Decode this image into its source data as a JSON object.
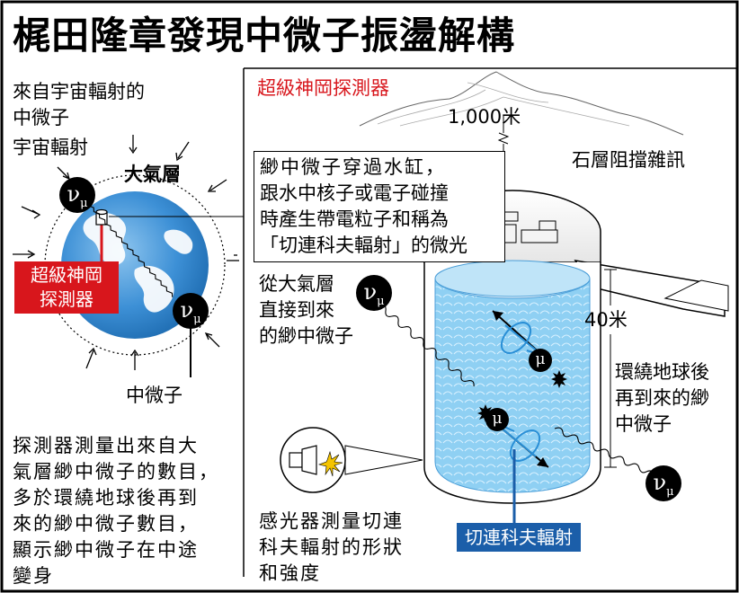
{
  "title": "梶田隆章發現中微子振盪解構",
  "left_panel": {
    "heading_lines": [
      "來自宇宙輻射的",
      "中微子"
    ],
    "cosmic_ray_label": "宇宙輻射",
    "atmosphere_label": "大氣層",
    "detector_label_lines": [
      "超級神岡",
      "探測器"
    ],
    "neutrino_label": "中微子",
    "neutrino_symbol": "ν",
    "neutrino_subscript": "μ",
    "conclusion_lines": [
      "探測器測量出來自大",
      "氣層緲中微子的數目，",
      "多於環繞地球後再到",
      "來的緲中微子數目，",
      "顯示緲中微子在中途",
      "變身"
    ]
  },
  "right_panel": {
    "heading": "超級神岡探測器",
    "depth_label": "1,000米",
    "rock_label": "石層阻擋雜訊",
    "callout_lines": [
      "緲中微子穿過水缸，",
      "跟水中核子或電子碰撞",
      "時產生帶電粒子和稱為",
      "「切連科夫輻射」的微光"
    ],
    "direct_lines": [
      "從大氣層",
      "直接到來",
      "的緲中微子"
    ],
    "height_label": "40米",
    "around_lines": [
      "環繞地球後",
      "再到來的緲",
      "中微子"
    ],
    "sensor_lines": [
      "感光器測量切連",
      "科夫輻射的形狀",
      "和強度"
    ],
    "cherenkov_label": "切連科夫輻射",
    "muon_symbol": "μ"
  },
  "colors": {
    "red": "#d8161c",
    "blue_label": "#1b5ea9",
    "earth_ocean": "#3d90d6",
    "tank_water": "#7cc3ee",
    "cone": "#2a8fd6",
    "background": "#ffffff",
    "ink": "#000000"
  },
  "icons": [
    "neutrino-particle-icon",
    "muon-particle-icon",
    "photo-sensor-icon",
    "star-burst-icon",
    "wavy-path-icon"
  ]
}
